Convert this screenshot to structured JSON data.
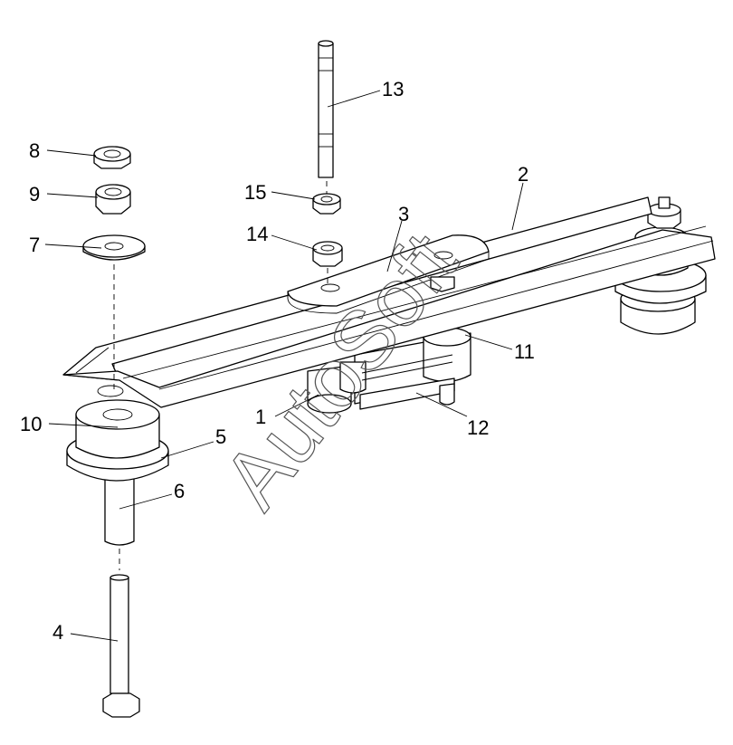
{
  "diagram": {
    "callouts": {
      "c1": "1",
      "c2": "2",
      "c3": "3",
      "c4": "4",
      "c5": "5",
      "c6": "6",
      "c7": "7",
      "c8": "8",
      "c9": "9",
      "c10": "10",
      "c11": "11",
      "c12": "12",
      "c13": "13",
      "c14": "14",
      "c15": "15"
    },
    "watermark": "AutoSoft"
  }
}
